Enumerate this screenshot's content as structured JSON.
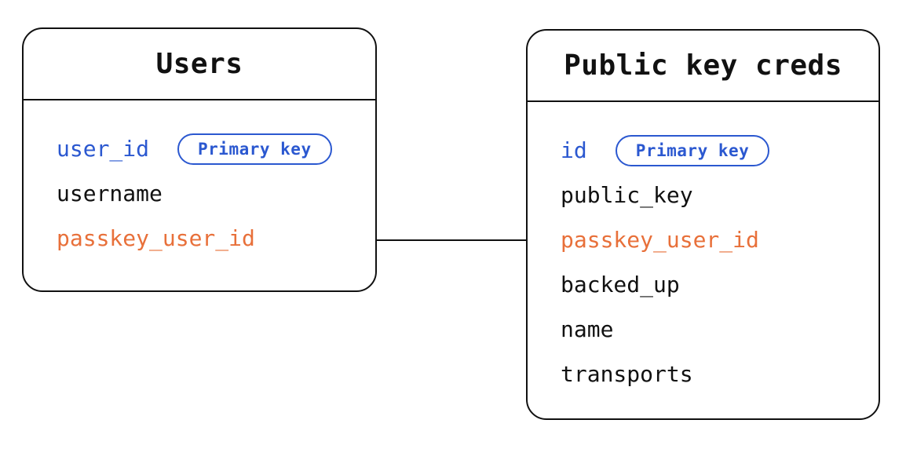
{
  "diagram": {
    "colors": {
      "primary_blue": "#2b58d0",
      "foreign_orange": "#e8703a",
      "line": "#111111",
      "background": "#ffffff"
    },
    "entities": [
      {
        "title": "Users",
        "fields": [
          {
            "name": "user_id",
            "role": "primary-key",
            "badge": "Primary key"
          },
          {
            "name": "username",
            "role": "plain"
          },
          {
            "name": "passkey_user_id",
            "role": "foreign-key"
          }
        ]
      },
      {
        "title": "Public key creds",
        "fields": [
          {
            "name": "id",
            "role": "primary-key",
            "badge": "Primary key"
          },
          {
            "name": "public_key",
            "role": "plain"
          },
          {
            "name": "passkey_user_id",
            "role": "foreign-key"
          },
          {
            "name": "backed_up",
            "role": "plain"
          },
          {
            "name": "name",
            "role": "plain"
          },
          {
            "name": "transports",
            "role": "plain"
          }
        ]
      }
    ],
    "relationship": {
      "from": "Users.passkey_user_id",
      "to": "Public key creds.passkey_user_id",
      "style": "straight-horizontal-line"
    }
  }
}
